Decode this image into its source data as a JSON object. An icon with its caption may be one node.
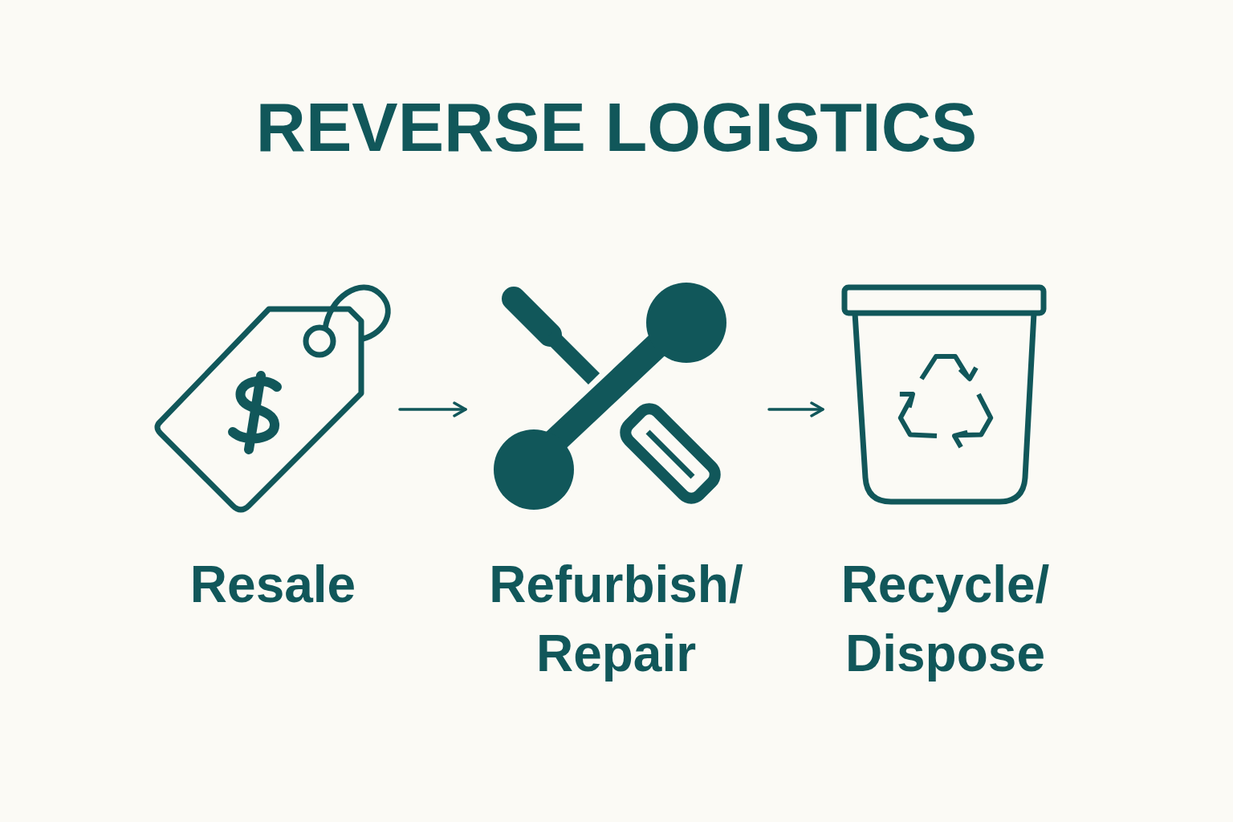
{
  "diagram": {
    "title": "REVERSE LOGISTICS",
    "nodes": [
      {
        "text": [
          "Resale"
        ]
      },
      {
        "text": [
          "Refurbish/ Repair"
        ]
      },
      {
        "text": [
          "Recycle/ Dispose"
        ]
      }
    ],
    "edges": [
      {
        "from": 0,
        "to": 1,
        "arrow": "to"
      },
      {
        "from": 1,
        "to": 2,
        "arrow": "to"
      }
    ]
  }
}
